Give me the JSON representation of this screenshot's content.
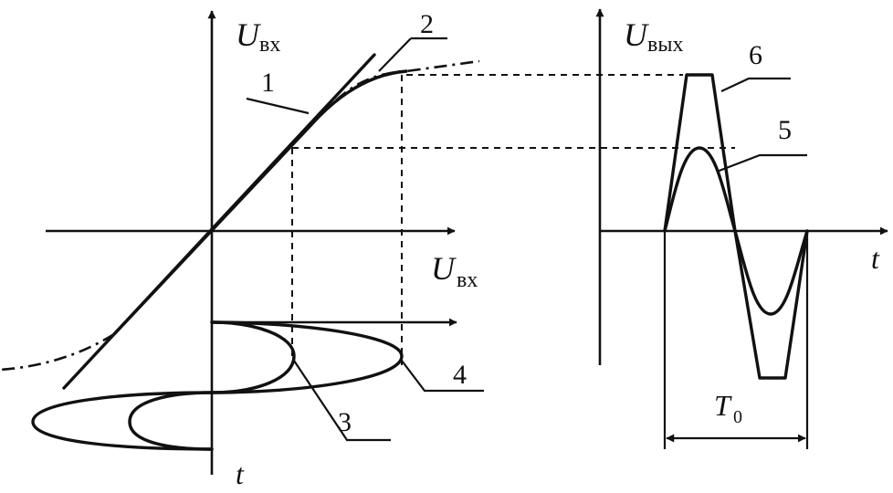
{
  "labels": {
    "u_in_main": "U",
    "u_in_sub": "вх",
    "u_in_axis_main": "U",
    "u_in_axis_sub": "вх",
    "u_out_main": "U",
    "u_out_sub": "вых",
    "t_bottom": "t",
    "t_right": "t",
    "period_main": "T",
    "period_sub": "0",
    "curve_1": "1",
    "curve_2": "2",
    "curve_3": "3",
    "curve_4": "4",
    "curve_5": "5",
    "curve_6": "6"
  }
}
